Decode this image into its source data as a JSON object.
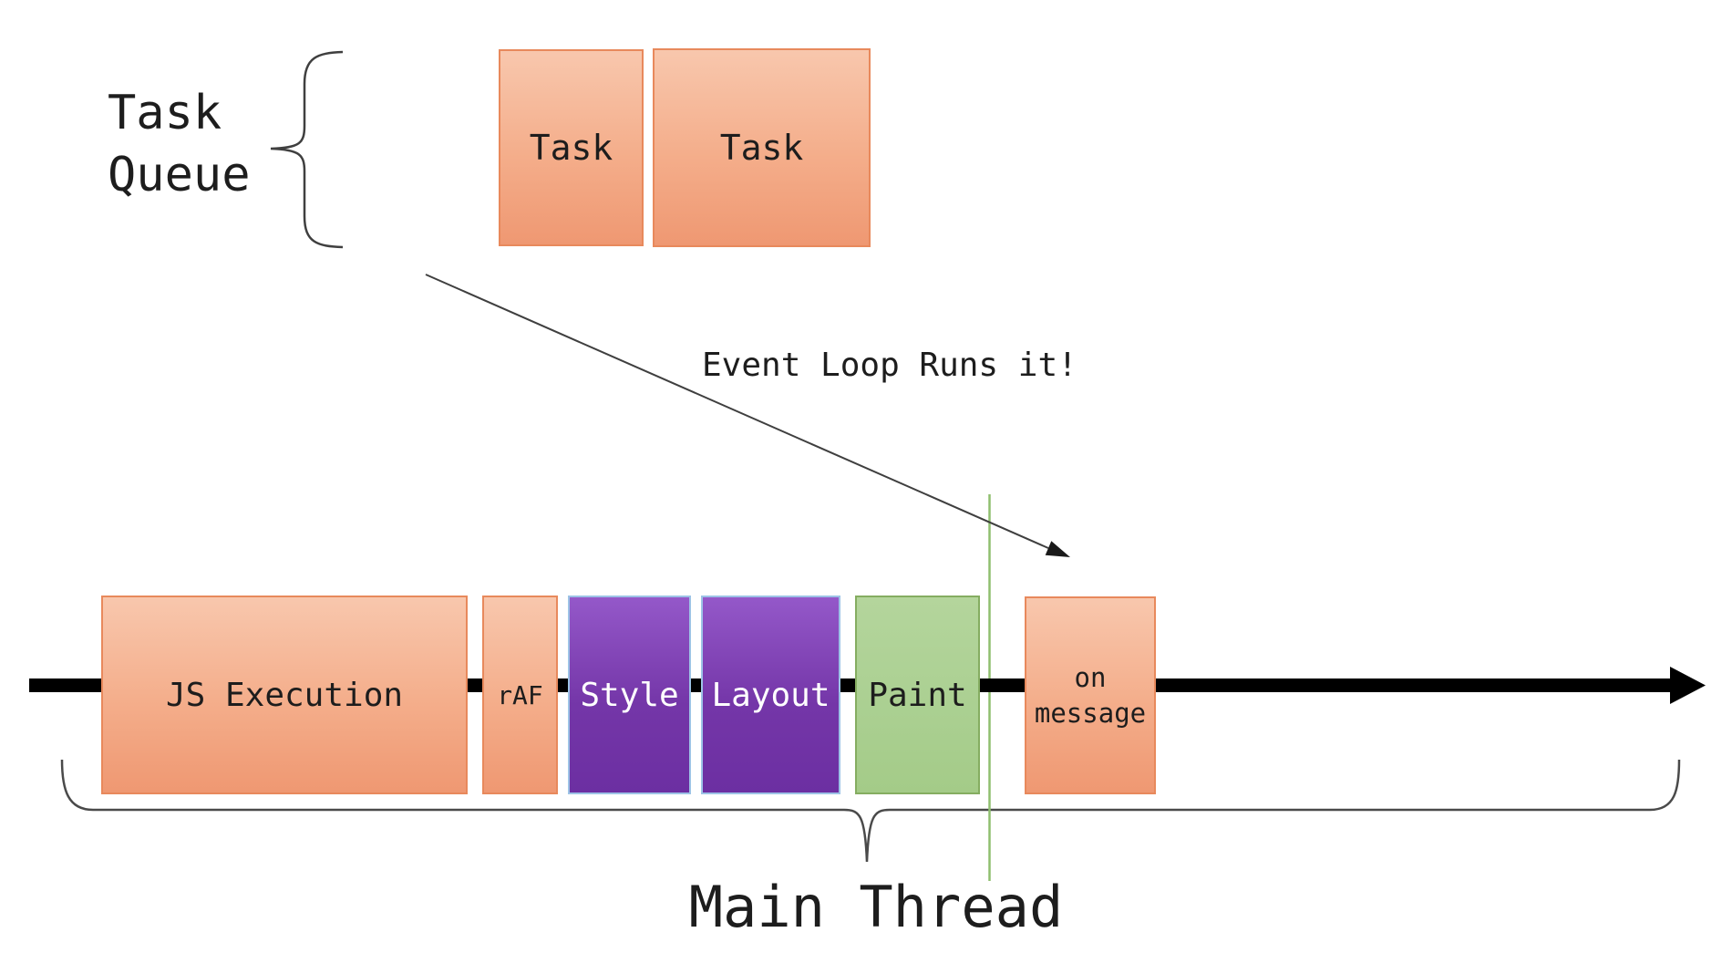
{
  "task_queue": {
    "label": "Task Queue",
    "label_lines": [
      "Task",
      "Queue"
    ],
    "tasks": [
      "Task",
      "Task"
    ]
  },
  "annotation": "Event Loop Runs it!",
  "timeline": {
    "boxes": [
      {
        "label": "JS Execution",
        "color_role": "orange"
      },
      {
        "label": "rAF",
        "color_role": "orange"
      },
      {
        "label": "Style",
        "color_role": "purple"
      },
      {
        "label": "Layout",
        "color_role": "purple"
      },
      {
        "label": "Paint",
        "color_role": "green"
      },
      {
        "label": "on message",
        "lines": [
          "on",
          "message"
        ],
        "color_role": "orange"
      }
    ]
  },
  "main_thread_label": "Main Thread",
  "colors": {
    "orange_top": "#f8c7ad",
    "orange_bottom": "#ef9872",
    "orange_border": "#e8895c",
    "purple_top": "#9458c9",
    "purple_bottom": "#6c2fa2",
    "purple_border": "#9dc3e6",
    "green_top": "#b4d59c",
    "green_bottom": "#a4cb88",
    "green_border": "#85ad61",
    "frame_divider_line": "#8fbf6f",
    "timeline_arrow": "#000000",
    "annotation_arrow": "#3f3f3f",
    "brace": "#4a4a4a",
    "text_dark": "#1d1d1d",
    "text_light": "#ffffff"
  }
}
